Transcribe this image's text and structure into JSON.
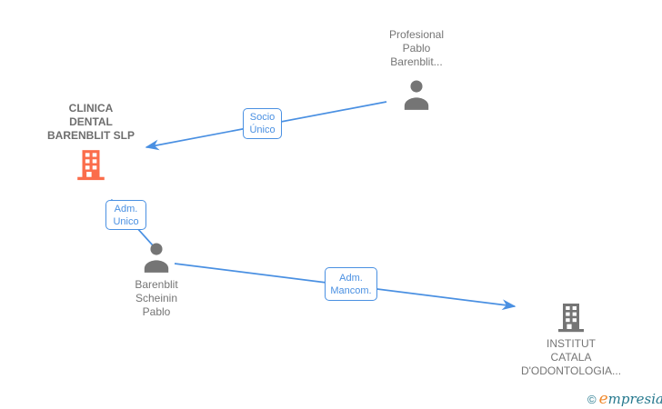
{
  "diagram": {
    "type": "corporate-relations-graph",
    "background": "#FFFFFF",
    "colors": {
      "edge": "#4A90E2",
      "edge_label_text": "#4A90E2",
      "node_text": "#757575",
      "person_icon": "#757575",
      "company_icon_highlight": "#FB6D4B",
      "company_icon_default": "#757575",
      "logo_teal": "#26798E",
      "logo_orange": "#F08A2E"
    },
    "nodes": [
      {
        "id": "profesional-pablo-barenblit",
        "kind": "person",
        "icon": "person-icon",
        "label_lines": [
          "Profesional",
          "Pablo",
          "Barenblit..."
        ]
      },
      {
        "id": "clinica-dental-barenblit-slp",
        "kind": "company",
        "icon": "building-icon",
        "label_lines": [
          "CLINICA",
          "DENTAL",
          "BARENBLIT SLP"
        ]
      },
      {
        "id": "barenblit-scheinin-pablo",
        "kind": "person",
        "icon": "person-icon",
        "label_lines": [
          "Barenblit",
          "Scheinin",
          "Pablo"
        ]
      },
      {
        "id": "institut-catala-odontologia",
        "kind": "company",
        "icon": "building-icon",
        "label_lines": [
          "INSTITUT",
          "CATALA",
          "D'ODONTOLOGIA..."
        ]
      }
    ],
    "edges": [
      {
        "id": "socio-unico",
        "from": "profesional-pablo-barenblit",
        "to": "clinica-dental-barenblit-slp",
        "label_lines": [
          "Socio",
          "Único"
        ]
      },
      {
        "id": "adm-unico",
        "from": "barenblit-scheinin-pablo",
        "to": "clinica-dental-barenblit-slp",
        "label_lines": [
          "Adm.",
          "Unico"
        ]
      },
      {
        "id": "adm-mancom",
        "from": "barenblit-scheinin-pablo",
        "to": "institut-catala-odontologia",
        "label_lines": [
          "Adm.",
          "Mancom."
        ]
      }
    ],
    "watermark": {
      "copyright": "©",
      "brand_first_letter": "e",
      "brand_rest": "mpresia"
    }
  }
}
